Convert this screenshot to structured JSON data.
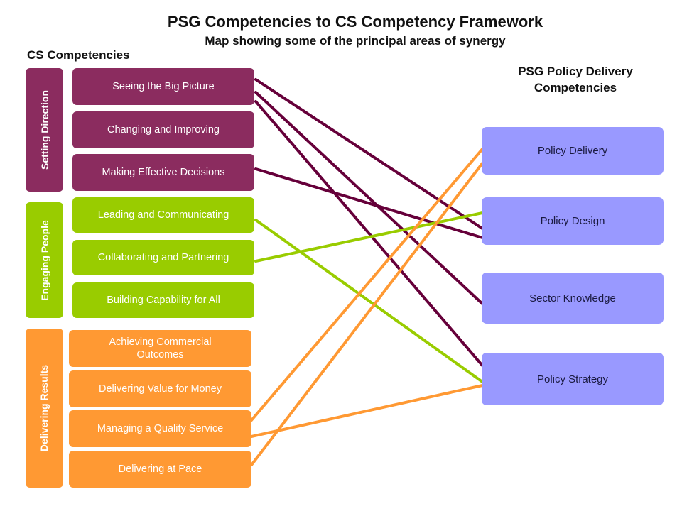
{
  "title": "PSG Competencies to CS Competency Framework",
  "subtitle": "Map showing some of the principal areas of synergy",
  "cs_heading": "CS Competencies",
  "psg_heading": "PSG Policy Delivery Competencies",
  "colors": {
    "setting_direction": "#8b2c5f",
    "engaging_people": "#99cc00",
    "delivering_results": "#ff9933",
    "psg": "#9999ff",
    "setting_direction_line": "#66003a",
    "engaging_people_line": "#99cc00",
    "delivering_results_line": "#ff9933"
  },
  "categories": {
    "setting_direction": "Setting Direction",
    "engaging_people": "Engaging People",
    "delivering_results": "Delivering Results"
  },
  "cs": {
    "seeing_big_picture": "Seeing the Big Picture",
    "changing_improving": "Changing and Improving",
    "making_decisions": "Making Effective Decisions",
    "leading_communicating": "Leading and Communicating",
    "collaborating_partnering": "Collaborating and Partnering",
    "building_capability": "Building Capability for All",
    "commercial_outcomes": "Achieving Commercial Outcomes",
    "value_for_money": "Delivering Value for Money",
    "quality_service": "Managing a Quality Service",
    "delivering_pace": "Delivering at Pace"
  },
  "psg": {
    "policy_delivery": "Policy Delivery",
    "policy_design": "Policy Design",
    "sector_knowledge": "Sector Knowledge",
    "policy_strategy": "Policy Strategy"
  },
  "links": [
    {
      "from": "seeing_big_picture",
      "to": "policy_design",
      "group": "setting_direction"
    },
    {
      "from": "seeing_big_picture",
      "to": "sector_knowledge",
      "group": "setting_direction"
    },
    {
      "from": "seeing_big_picture",
      "to": "policy_strategy",
      "group": "setting_direction"
    },
    {
      "from": "making_decisions",
      "to": "policy_design",
      "group": "setting_direction"
    },
    {
      "from": "leading_communicating",
      "to": "policy_strategy",
      "group": "engaging_people"
    },
    {
      "from": "collaborating_partnering",
      "to": "policy_design",
      "group": "engaging_people"
    },
    {
      "from": "quality_service",
      "to": "policy_delivery",
      "group": "delivering_results"
    },
    {
      "from": "quality_service",
      "to": "policy_strategy",
      "group": "delivering_results"
    },
    {
      "from": "delivering_pace",
      "to": "policy_delivery",
      "group": "delivering_results"
    }
  ]
}
